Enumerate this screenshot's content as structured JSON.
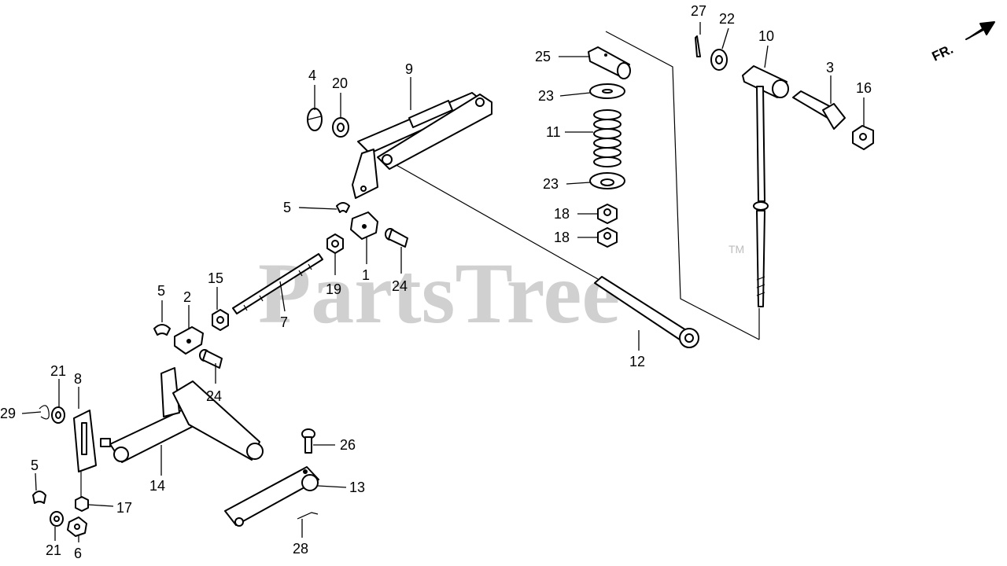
{
  "watermark": {
    "text": "PartsTree",
    "trademark": "TM"
  },
  "direction_label": "FR.",
  "callouts": {
    "c1": "1",
    "c2": "2",
    "c3": "3",
    "c4": "4",
    "c5a": "5",
    "c5b": "5",
    "c5c": "5",
    "c6": "6",
    "c7": "7",
    "c8": "8",
    "c9": "9",
    "c10": "10",
    "c11": "11",
    "c12": "12",
    "c13": "13",
    "c14": "14",
    "c15": "15",
    "c16": "16",
    "c17": "17",
    "c18a": "18",
    "c18b": "18",
    "c19": "19",
    "c20": "20",
    "c21a": "21",
    "c21b": "21",
    "c22": "22",
    "c23a": "23",
    "c23b": "23",
    "c24a": "24",
    "c24b": "24",
    "c25": "25",
    "c26": "26",
    "c27": "27",
    "c28": "28",
    "c29": "29"
  }
}
